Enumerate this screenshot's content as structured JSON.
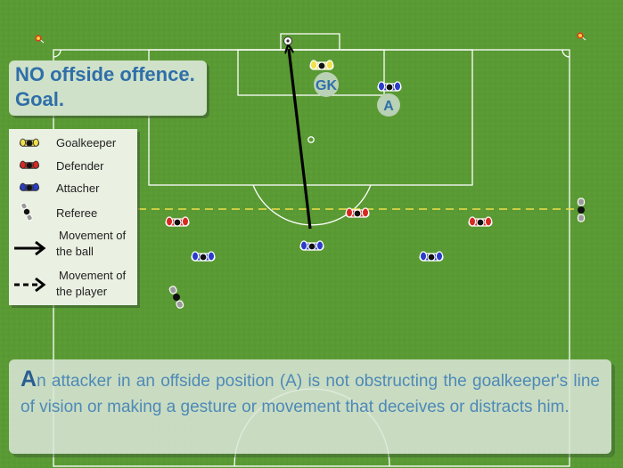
{
  "title": {
    "line1": "NO offside offence.",
    "line2": "Goal."
  },
  "labels": {
    "goalkeeper": "GK",
    "attacker": "A"
  },
  "legend": {
    "goalkeeper": "Goalkeeper",
    "defender": "Defender",
    "attacker": "Attacher",
    "referee": "Referee",
    "ball_line1": "Movement of",
    "ball_line2": "the ball",
    "player_line1": "Movement of",
    "player_line2": "the player"
  },
  "caption": {
    "first_letter": "A",
    "rest": "n attacker in an offside position (A) is not obstructing the goalkeeper's line of vision or making a gesture or movement that deceives or distracts him."
  },
  "colors": {
    "pitch": "#5a9a34",
    "goalkeeper": "#f2e04a",
    "defender": "#d42a22",
    "attacker": "#2a3cc8",
    "referee": "#9a9a9a",
    "offside_line": "#f0e04a",
    "title_text": "#2f6fa9",
    "caption_text": "#4e89b8"
  }
}
